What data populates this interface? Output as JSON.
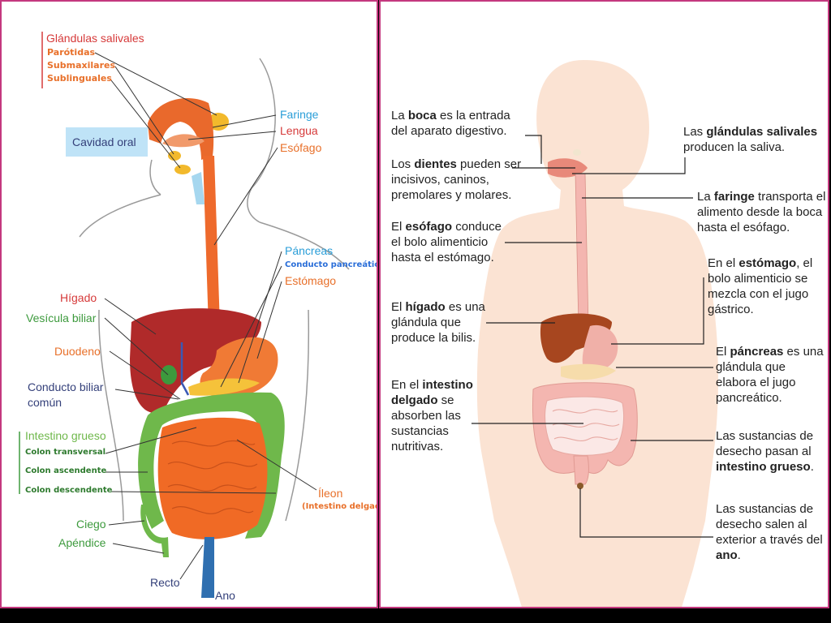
{
  "colors": {
    "frame": "#c4387e",
    "red_label": "#d63a3a",
    "orange_label": "#e8702a",
    "blue_label": "#2a9ed8",
    "green_label": "#3d9a3d",
    "navy_label": "#34407a",
    "liver": "#b02a2a",
    "intestine_orange": "#f06a25",
    "colon_green": "#6fb84b",
    "skin": "#fbe3d3",
    "right_intestine": "#f4b6b0"
  },
  "left": {
    "salivary_title": "Glándulas salivales",
    "parotid": "Parótidas",
    "submaxillary": "Submaxilares",
    "sublingual": "Sublinguales",
    "oral_cavity": "Cavidad oral",
    "pharynx": "Faringe",
    "tongue": "Lengua",
    "esophagus": "Esófago",
    "pancreas": "Páncreas",
    "pancreatic_duct": "Conducto pancreático",
    "stomach": "Estómago",
    "liver": "Hígado",
    "gallbladder": "Vesícula biliar",
    "duodenum": "Duodeno",
    "bile_duct_1": "Conducto biliar",
    "bile_duct_2": "común",
    "large_intestine": "Intestino grueso",
    "colon_transverse": "Colon transversal",
    "colon_ascending": "Colon ascendente",
    "colon_descending": "Colon descendente",
    "ileum": "Íleon",
    "ileum_sub": "(Intestino delgado)",
    "cecum": "Ciego",
    "appendix": "Apéndice",
    "rectum": "Recto",
    "anus": "Ano"
  },
  "right": {
    "boca": {
      "pre": "La ",
      "bold": "boca",
      "post": " es la entrada del aparato digestivo."
    },
    "dientes": {
      "pre": "Los ",
      "bold": "dientes",
      "post": " pueden ser incisivos, caninos, premolares y molares."
    },
    "esofago": {
      "pre": "El ",
      "bold": "esófago",
      "post": " conduce el bolo alimenticio hasta el estómago."
    },
    "higado": {
      "pre": "El ",
      "bold": "hígado",
      "post": " es una glándula que produce la bilis."
    },
    "intestino_delgado": {
      "pre": "En el ",
      "bold": "intestino delgado",
      "post": " se absorben las sustancias nutritivas."
    },
    "glandulas": {
      "pre": "Las ",
      "bold": "glándulas salivales",
      "post": " producen la saliva."
    },
    "faringe": {
      "pre": "La ",
      "bold": "faringe",
      "post": " transporta el alimento desde la boca hasta el esófago."
    },
    "estomago": {
      "pre": "En el ",
      "bold": "estómago",
      "post": ", el bolo alimenticio se mezcla con el jugo gástrico."
    },
    "pancreas": {
      "pre": "El ",
      "bold": "páncreas",
      "post": " es una glándula que elabora el jugo pancreático."
    },
    "grueso": {
      "pre": "Las sustancias de desecho pasan al ",
      "bold": "intestino grueso",
      "post": "."
    },
    "ano": {
      "pre": "Las sustancias de desecho salen al exterior a través del ",
      "bold": "ano",
      "post": "."
    }
  }
}
